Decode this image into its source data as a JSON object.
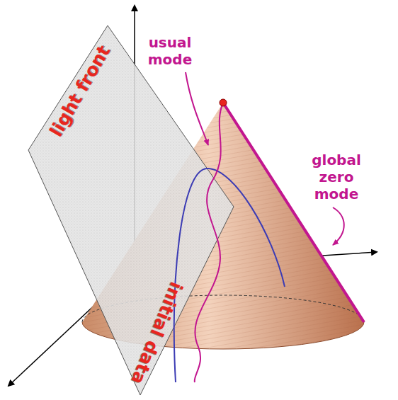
{
  "diagram": {
    "labels": [
      "light front",
      "usual mode",
      "initial data",
      "global zero mode"
    ]
  }
}
